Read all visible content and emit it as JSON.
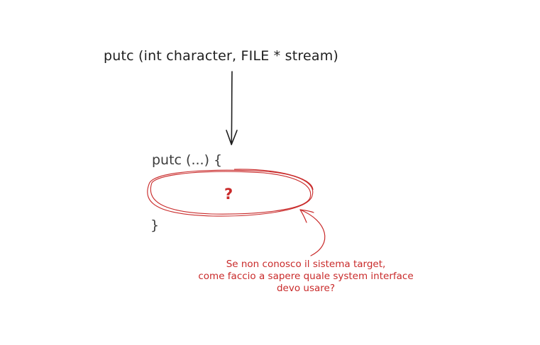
{
  "signature": "putc (int character, FILE * stream)",
  "body": {
    "open": "putc (...) {",
    "placeholder": "?",
    "close": "}"
  },
  "annotation": {
    "lines": [
      "Se non conosco il sistema target,",
      "come faccio a sapere quale system interface",
      "devo usare?"
    ]
  },
  "colors": {
    "ink": "#1e1e1e",
    "code": "#3b3b3b",
    "accent": "#c92a2a"
  }
}
